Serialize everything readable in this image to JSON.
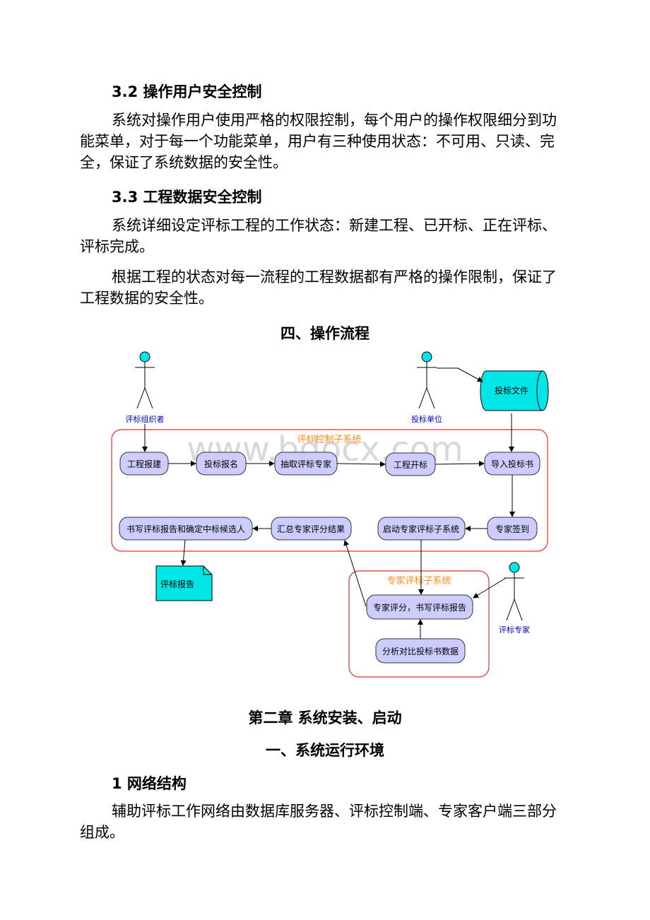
{
  "sections": {
    "s32": {
      "heading": "3.2 操作用户安全控制",
      "body": "系统对操作用户使用严格的权限控制，每个用户的操作权限细分到功能菜单，对于每一个功能菜单，用户有三种使用状态：不可用、只读、完全，保证了系统数据的安全性。"
    },
    "s33": {
      "heading": "3.3 工程数据安全控制",
      "body1": "系统详细设定评标工程的工作状态：新建工程、已开标、正在评标、评标完成。",
      "body2": "根据工程的状态对每一流程的工程数据都有严格的操作限制，保证了工程数据的安全性。"
    },
    "chapter4_title": "四、操作流程",
    "chapter2_title": "第二章 系统安装、启动",
    "section1_title": "一、系统运行环境",
    "s1": {
      "heading": "1 网络结构",
      "body": "辅助评标工作网络由数据库服务器、评标控制端、专家客户端三部分组成。"
    }
  },
  "diagram": {
    "actors": {
      "organizer": "评标组织者",
      "bidder": "投标单位",
      "expert": "评标专家"
    },
    "documents": {
      "bid_file": "投标文件",
      "report": "评标报告"
    },
    "subsystems": {
      "control": "评标控制子系统",
      "expert": "专家评标子系统"
    },
    "nodes": {
      "project_create": "工程报建",
      "bid_register": "投标报名",
      "draw_experts": "抽取评标专家",
      "open_bid": "工程开标",
      "import_bids": "导入投标书",
      "expert_signin": "专家签到",
      "start_expert_sys": "启动专家评标子系统",
      "summarize_scores": "汇总专家评分结果",
      "write_report": "书写评标报告和确定中标候选人",
      "expert_score": "专家评分，书写评标报告",
      "analyze_compare": "分析对比投标书数据"
    },
    "watermark": "www.bdocx.com",
    "colors": {
      "node_fill": "#ccccff",
      "subsystem_border": "#e03030",
      "subsystem_label": "#ff8c1a",
      "actor_head": "#00e5e5",
      "actor_label": "#0000cc",
      "doc_fill": "#00e5e5"
    }
  }
}
